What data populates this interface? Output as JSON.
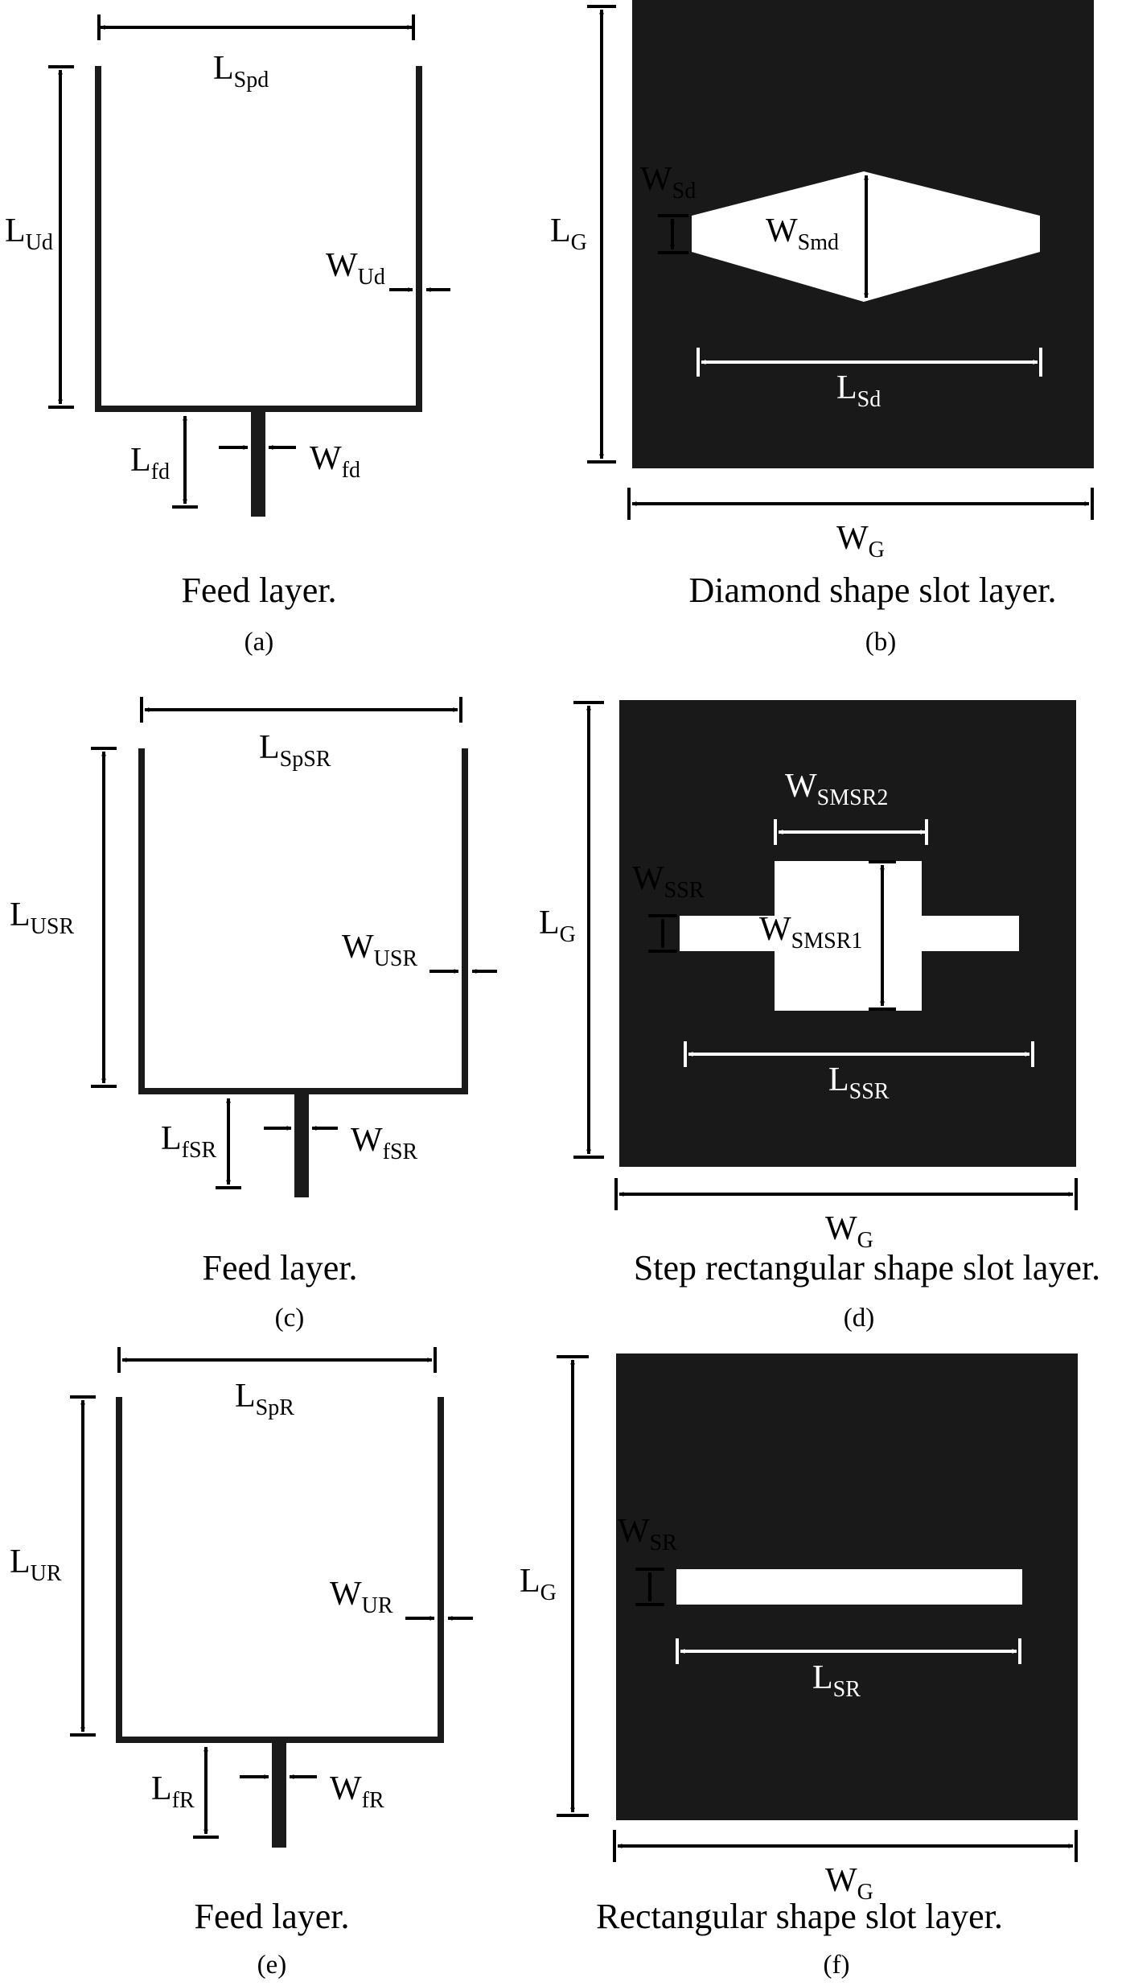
{
  "colors": {
    "ground": "#191919",
    "conductor": "#1a1a1a",
    "line": "#000000",
    "slot": "#ffffff"
  },
  "panels": {
    "a": {
      "caption": "Feed layer.",
      "tag": "(a)",
      "labels": {
        "lsp": {
          "main": "L",
          "sub": "Spd"
        },
        "lu": {
          "main": "L",
          "sub": "Ud"
        },
        "wu": {
          "main": "W",
          "sub": "Ud"
        },
        "lf": {
          "main": "L",
          "sub": "fd"
        },
        "wf": {
          "main": "W",
          "sub": "fd"
        }
      }
    },
    "b": {
      "caption": "Diamond shape slot layer.",
      "tag": "(b)",
      "labels": {
        "lg": {
          "main": "L",
          "sub": "G"
        },
        "ws": {
          "main": "W",
          "sub": "Sd"
        },
        "wsm": {
          "main": "W",
          "sub": "Smd"
        },
        "ls": {
          "main": "L",
          "sub": "Sd"
        },
        "wg": {
          "main": "W",
          "sub": "G"
        }
      }
    },
    "c": {
      "caption": "Feed layer.",
      "tag": "(c)",
      "labels": {
        "lsp": {
          "main": "L",
          "sub": "SpSR"
        },
        "lu": {
          "main": "L",
          "sub": "USR"
        },
        "wu": {
          "main": "W",
          "sub": "USR"
        },
        "lf": {
          "main": "L",
          "sub": "fSR"
        },
        "wf": {
          "main": "W",
          "sub": "fSR"
        }
      }
    },
    "d": {
      "caption": "Step rectangular shape slot layer.",
      "tag": "(d)",
      "labels": {
        "lg": {
          "main": "L",
          "sub": "G"
        },
        "ws": {
          "main": "W",
          "sub": "SSR"
        },
        "wsm2": {
          "main": "W",
          "sub": "SMSR2"
        },
        "wsm1": {
          "main": "W",
          "sub": "SMSR1"
        },
        "ls": {
          "main": "L",
          "sub": "SSR"
        },
        "wg": {
          "main": "W",
          "sub": "G"
        }
      }
    },
    "e": {
      "caption": "Feed layer.",
      "tag": "(e)",
      "labels": {
        "lsp": {
          "main": "L",
          "sub": "SpR"
        },
        "lu": {
          "main": "L",
          "sub": "UR"
        },
        "wu": {
          "main": "W",
          "sub": "UR"
        },
        "lf": {
          "main": "L",
          "sub": "fR"
        },
        "wf": {
          "main": "W",
          "sub": "fR"
        }
      }
    },
    "f": {
      "caption": "Rectangular shape slot layer.",
      "tag": "(f)",
      "labels": {
        "lg": {
          "main": "L",
          "sub": "G"
        },
        "ws": {
          "main": "W",
          "sub": "SR"
        },
        "ls": {
          "main": "L",
          "sub": "SR"
        },
        "wg": {
          "main": "W",
          "sub": "G"
        }
      }
    }
  }
}
